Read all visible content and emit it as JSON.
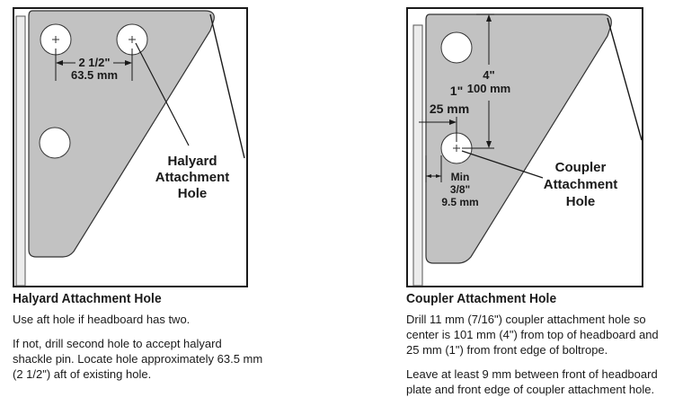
{
  "left": {
    "dim_main": "2 1/2\"",
    "dim_metric": "63.5 mm",
    "callout_1": "Halyard",
    "callout_2": "Attachment",
    "callout_3": "Hole",
    "caption_title": "Halyard Attachment Hole",
    "caption_p1": "Use aft hole if headboard has two.",
    "caption_p2": "If not, drill second hole to accept halyard shackle pin. Locate hole approximately 63.5 mm (2 1/2\") aft of existing hole."
  },
  "right": {
    "dim_top_main": "4\"",
    "dim_top_metric": "100 mm",
    "dim_side_main": "1\"",
    "dim_side_metric": "25 mm",
    "dim_min_1": "Min",
    "dim_min_2": "3/8\"",
    "dim_min_3": "9.5 mm",
    "callout_1": "Coupler",
    "callout_2": "Attachment",
    "callout_3": "Hole",
    "caption_title": "Coupler Attachment Hole",
    "caption_p1": "Drill 11 mm (7/16\") coupler attachment hole so center is 101 mm (4\") from top of headboard and 25 mm (1\") from front edge of boltrope.",
    "caption_p2": "Leave at least 9 mm between front of headboard plate and front edge of coupler attachment hole."
  }
}
